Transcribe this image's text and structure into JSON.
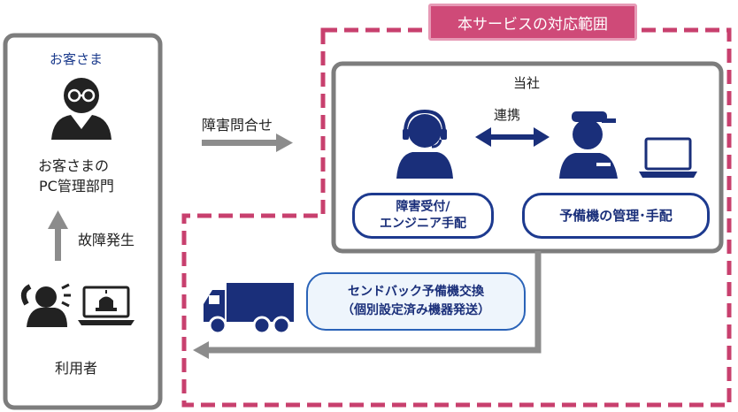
{
  "scope_label": "本サービスの対応範囲",
  "customer": {
    "title": "お客さま",
    "dept_line1": "お客さまの",
    "dept_line2": "PC管理部門",
    "user_label": "利用者",
    "failure_label": "故障発生"
  },
  "inquiry_label": "障害問合せ",
  "company": {
    "title": "当社",
    "link_label": "連携",
    "reception_line1": "障害受付/",
    "reception_line2": "エンジニア手配",
    "spare_label": "予備機の管理･手配"
  },
  "sendback": {
    "line1": "センドバック予備機交換",
    "line2": "（個別設定済み機器発送）"
  },
  "colors": {
    "scope_dash": "#c8406e",
    "scope_label_bg": "#cf4a78",
    "navy": "#1a2f7a",
    "box_border": "#7a7a7a",
    "arrow_gray": "#8c8c8c"
  }
}
